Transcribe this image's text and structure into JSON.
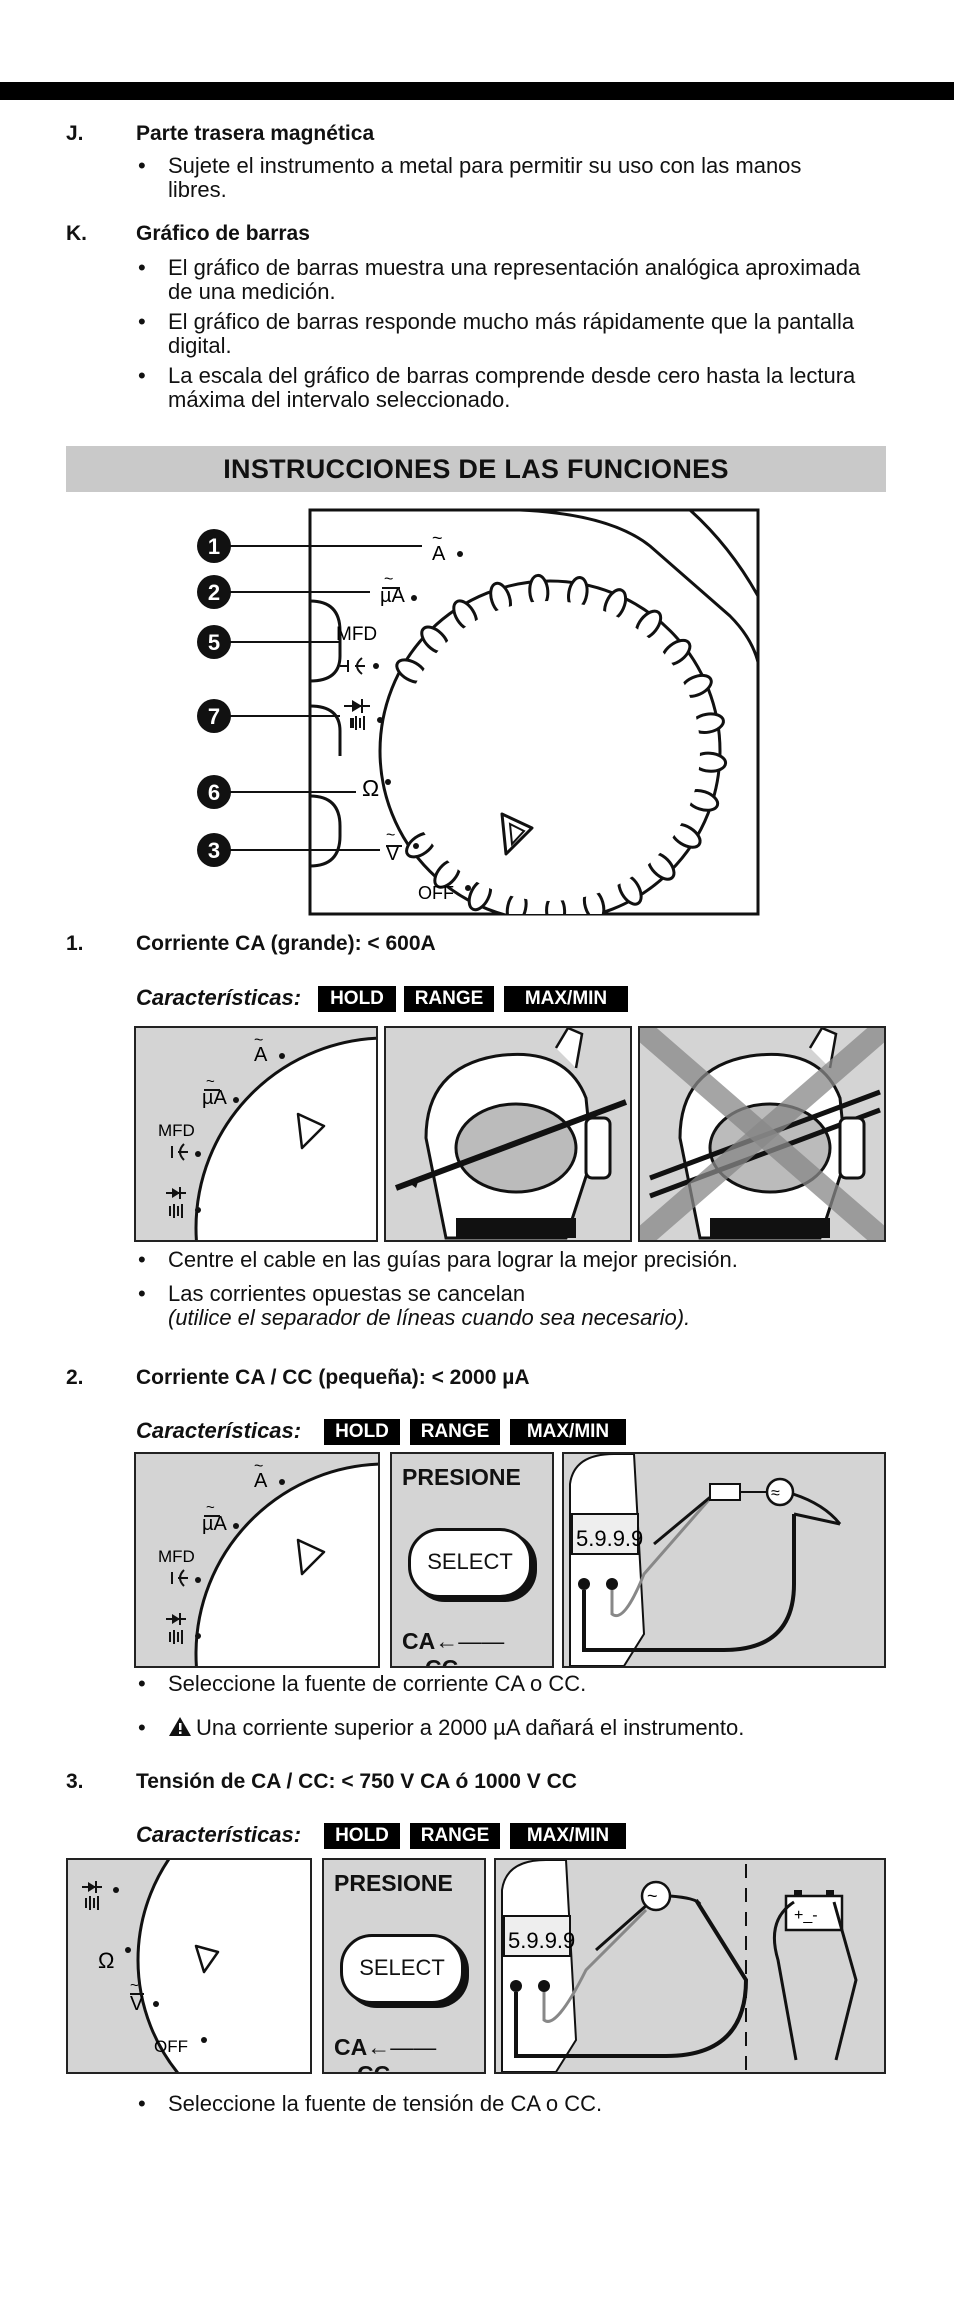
{
  "sections_top": {
    "j": {
      "letter": "J.",
      "title": "Parte trasera magnética",
      "bullets": [
        "Sujete el instrumento a metal para permitir su uso con las manos",
        "libres."
      ]
    },
    "k": {
      "letter": "K.",
      "title": "Gráfico de barras",
      "bullets": [
        [
          "El gráfico de barras muestra una representación analógica aproximada",
          "de una medición."
        ],
        [
          "El gráfico de barras responde mucho más rápidamente que la pantalla",
          "digital."
        ],
        [
          "La escala del gráfico de barras comprende desde cero hasta la lectura",
          "máxima del intervalo seleccionado."
        ]
      ]
    }
  },
  "banner": "INSTRUCCIONES DE LAS FUNCIONES",
  "dial": {
    "callouts": [
      "1",
      "2",
      "5",
      "7",
      "6",
      "3"
    ],
    "labels": {
      "a": "A",
      "ua": "µA",
      "mfd": "MFD",
      "off": "OFF",
      "ohm": "Ω",
      "v": "V"
    }
  },
  "s1": {
    "num": "1.",
    "title": "Corriente CA (grande): < 600A",
    "features_label": "Características:",
    "tags": [
      "HOLD",
      "RANGE",
      "MAX/MIN"
    ],
    "bullets": [
      "Centre el cable en las guías para lograr la mejor precisión.",
      "Las corrientes opuestas se cancelan",
      "(utilice el separador de líneas cuando sea necesario)."
    ]
  },
  "s2": {
    "num": "2.",
    "title": "Corriente CA / CC (pequeña): < 2000 µA",
    "features_label": "Características:",
    "tags": [
      "HOLD",
      "RANGE",
      "MAX/MIN"
    ],
    "press": "PRESIONE",
    "select": "SELECT",
    "ca": "CA",
    "cc": "CC",
    "display": "5.9.9.9",
    "bullets": [
      "Seleccione la fuente de corriente CA o CC.",
      "Una corriente superior a 2000 µA dañará el instrumento."
    ]
  },
  "s3": {
    "num": "3.",
    "title": "Tensión de CA / CC: < 750 V CA ó 1000 V CC",
    "features_label": "Características:",
    "tags": [
      "HOLD",
      "RANGE",
      "MAX/MIN"
    ],
    "press": "PRESIONE",
    "select": "SELECT",
    "ca": "CA",
    "cc": "CC",
    "display": "5.9.9.9",
    "bullets": [
      "Seleccione la fuente de tensión de CA o CC."
    ]
  },
  "icons": [
    "warning-icon",
    "diode-icon",
    "continuity-icon",
    "capacitor-icon",
    "ac-source-icon",
    "battery-icon",
    "meter-icon",
    "clamp-icon"
  ]
}
